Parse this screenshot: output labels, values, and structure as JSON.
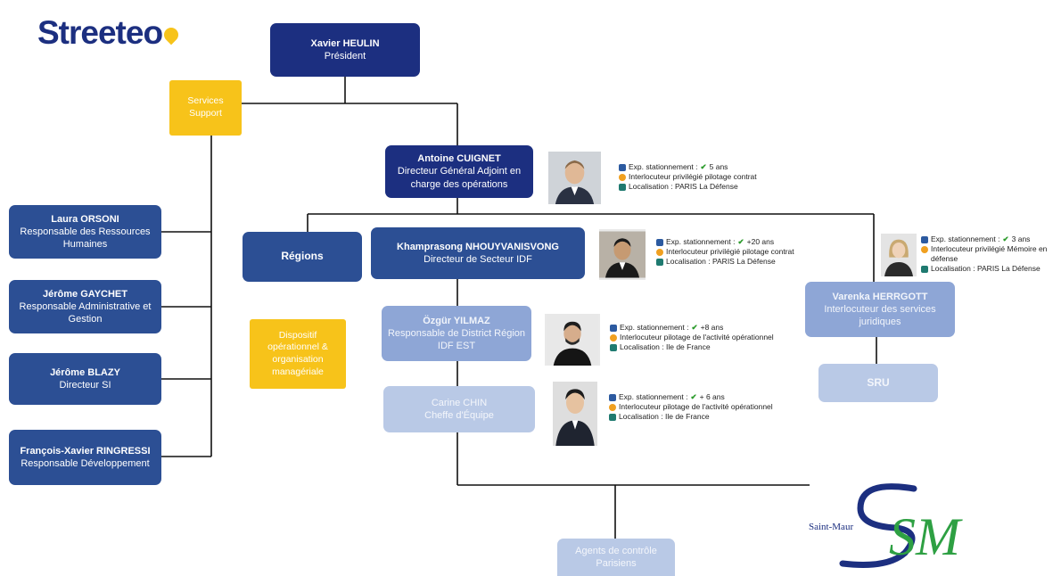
{
  "logo": {
    "text": "Streeteo"
  },
  "president": {
    "name": "Xavier HEULIN",
    "role": "Président"
  },
  "support": {
    "label": "Services Support"
  },
  "dga": {
    "name": "Antoine CUIGNET",
    "role": "Directeur Général Adjoint en charge des opérations"
  },
  "support_staff": [
    {
      "name": "Laura ORSONI",
      "role": "Responsable des Ressources Humaines"
    },
    {
      "name": "Jérôme GAYCHET",
      "role": "Responsable Administrative et Gestion"
    },
    {
      "name": "Jérôme BLAZY",
      "role": "Directeur SI"
    },
    {
      "name": "François-Xavier RINGRESSI",
      "role": "Responsable Développement"
    }
  ],
  "regions": {
    "label": "Régions"
  },
  "dispositif": {
    "label": "Dispositif opérationnel & organisation managériale"
  },
  "secteur": {
    "name": "Khamprasong NHOUYVANISVONG",
    "role": "Directeur de Secteur IDF"
  },
  "district": {
    "name": "Özgür YILMAZ",
    "role": "Responsable de District Région IDF EST"
  },
  "equipe": {
    "name": "Carine CHIN",
    "role": "Cheffe d'Équipe"
  },
  "juridique": {
    "name": "Varenka HERRGOTT",
    "role": "Interlocuteur des services juridiques"
  },
  "sru": {
    "label": "SRU"
  },
  "agents": {
    "label": "Agents de contrôle Parisiens"
  },
  "profiles": {
    "cuignet": {
      "exp": "Exp. stationnement :",
      "exp_val": "5 ans",
      "int": "Interlocuteur privilégié pilotage contrat",
      "loc": "Localisation : PARIS La Défense"
    },
    "nhouy": {
      "exp": "Exp. stationnement :",
      "exp_val": "+20 ans",
      "int": "Interlocuteur privilégié pilotage contrat",
      "loc": "Localisation : PARIS La Défense"
    },
    "yilmaz": {
      "exp": "Exp. stationnement :",
      "exp_val": "+8 ans",
      "int": "Interlocuteur pilotage de l'activité opérationnel",
      "loc": "Localisation : Ile de France"
    },
    "chin": {
      "exp": "Exp. stationnement :",
      "exp_val": "+ 6 ans",
      "int": "Interlocuteur pilotage de l'activité opérationnel",
      "loc": "Localisation : Ile de France"
    },
    "herrgott": {
      "exp": "Exp. stationnement :",
      "exp_val": "3 ans",
      "int": "Interlocuteur privilégié Mémoire en défense",
      "loc": "Localisation : PARIS La Défense"
    }
  },
  "client_logo": {
    "text_small": "Saint-Maur",
    "text_big": "SM"
  },
  "colors": {
    "navy": "#1c2f80",
    "blue": "#2c4f94",
    "mid": "#8ea6d6",
    "light": "#b9c9e6",
    "yellow": "#f7c31a"
  }
}
